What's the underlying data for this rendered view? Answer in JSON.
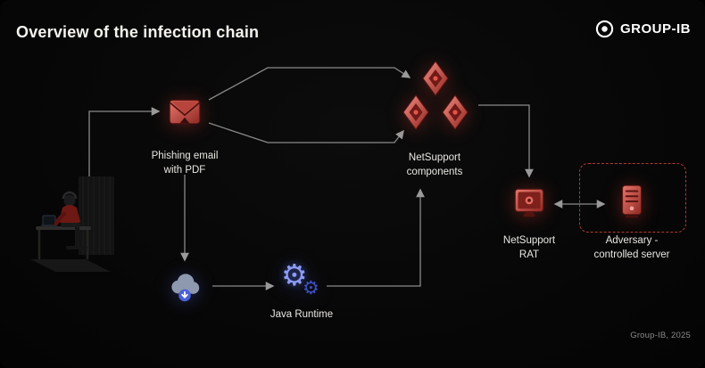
{
  "title": "Overview of the infection chain",
  "logo_text": "GROUP-IB",
  "footer": "Group-IB, 2025",
  "nodes": {
    "phishing_email": {
      "label": "Phishing email\nwith PDF"
    },
    "netsupport_components": {
      "label": "NetSupport\ncomponents"
    },
    "java_runtime": {
      "label": "Java Runtime"
    },
    "netsupport_rat": {
      "label": "NetSupport\nRAT"
    },
    "adversary_server": {
      "label": "Adversary -\ncontrolled server"
    }
  },
  "icons": {
    "victim": "person-at-desk-illustration",
    "phishing_email": "red-envelope-icon",
    "netsupport_components": "red-gem-cluster-icon",
    "downloader": "cloud-download-icon",
    "java_runtime": "blue-gears-icon",
    "netsupport_rat": "red-monitor-icon",
    "adversary_server": "red-server-icon"
  },
  "colors": {
    "background": "#070707",
    "accent_red": "#d6554b",
    "dashed_border_red": "#b23a31",
    "arrow_gray": "#8f8f8f",
    "blue": "#6b7fe8",
    "label_text": "#e9e7e2"
  }
}
